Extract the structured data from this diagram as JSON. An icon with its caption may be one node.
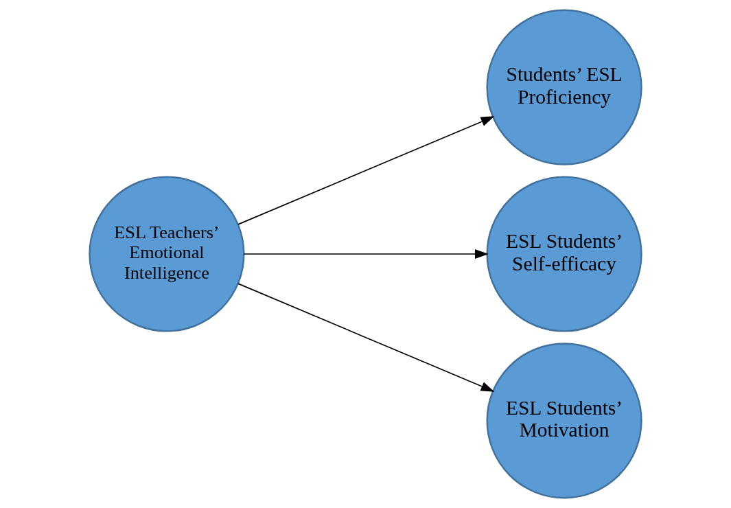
{
  "diagram": {
    "nodes": [
      {
        "text": [
          "ESL Teachers’ Emotional Intelligence"
        ]
      },
      {
        "text": [
          "Students’ ESL Proficiency"
        ]
      },
      {
        "text": [
          "ESL Students’ Self-efficacy"
        ]
      },
      {
        "text": [
          "ESL Students’ Motivation"
        ]
      }
    ],
    "edges": [
      {
        "from": 0,
        "to": 1,
        "arrow": "to"
      },
      {
        "from": 0,
        "to": 2,
        "arrow": "to"
      },
      {
        "from": 0,
        "to": 3,
        "arrow": "to"
      }
    ]
  }
}
